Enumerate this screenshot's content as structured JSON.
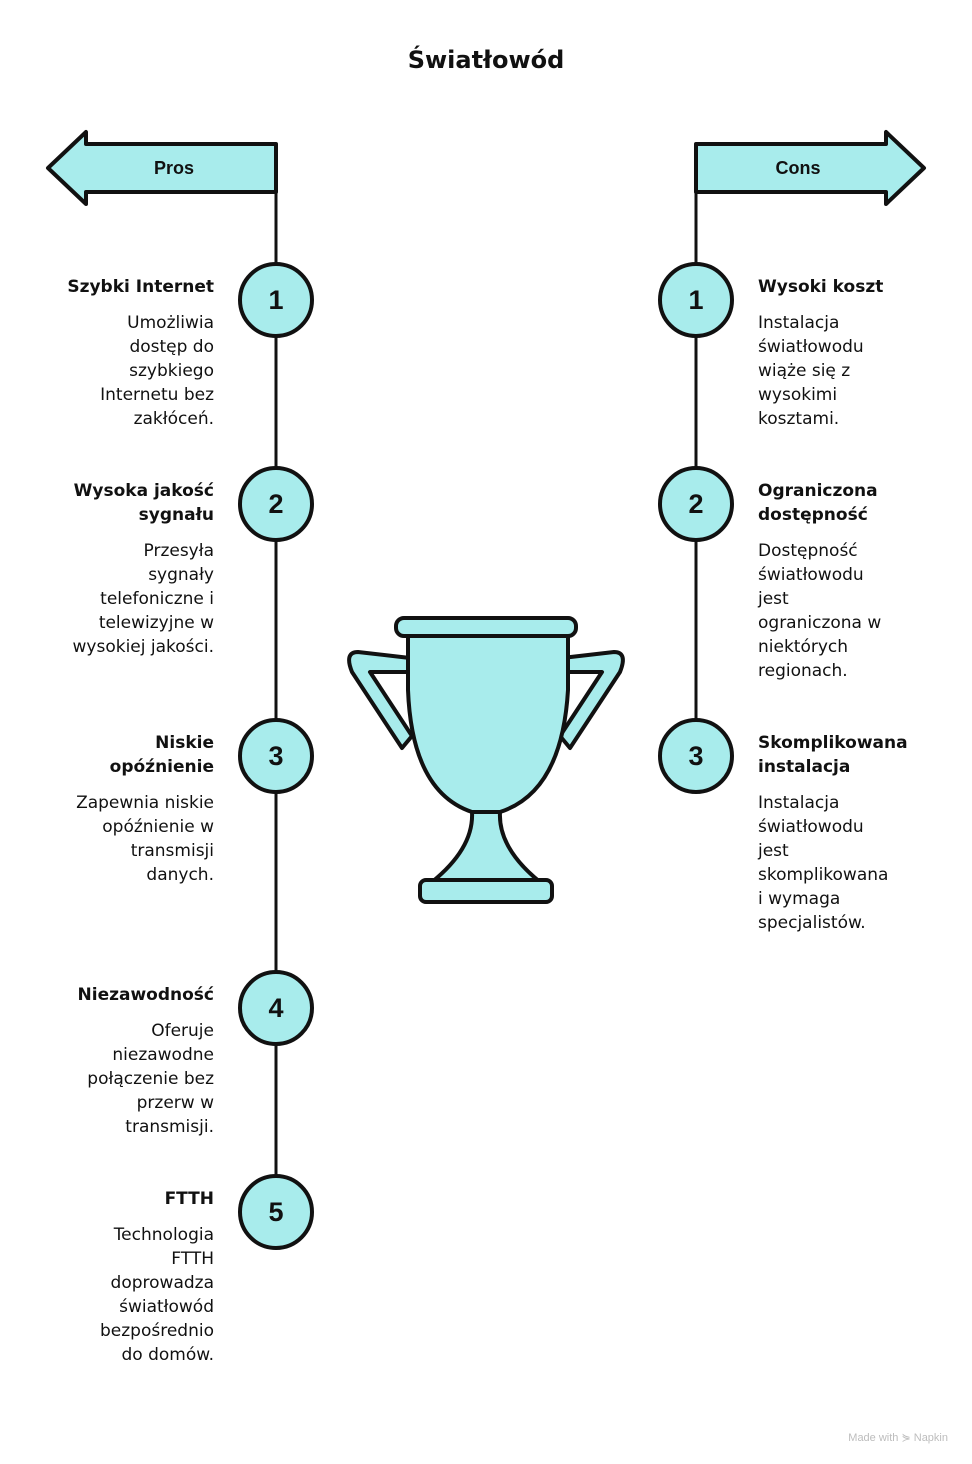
{
  "title": "Światłowód",
  "colors": {
    "fill": "#a8ecec",
    "stroke": "#111111"
  },
  "pros": {
    "label": "Pros",
    "items": [
      {
        "number": "1",
        "heading_lines": [
          "Szybki Internet"
        ],
        "desc_lines": [
          "Umożliwia",
          "dostęp do",
          "szybkiego",
          "Internetu bez",
          "zakłóceń."
        ]
      },
      {
        "number": "2",
        "heading_lines": [
          "Wysoka jakość",
          "sygnału"
        ],
        "desc_lines": [
          "Przesyła",
          "sygnały",
          "telefoniczne i",
          "telewizyjne w",
          "wysokiej jakości."
        ]
      },
      {
        "number": "3",
        "heading_lines": [
          "Niskie",
          "opóźnienie"
        ],
        "desc_lines": [
          "Zapewnia niskie",
          "opóźnienie w",
          "transmisji",
          "danych."
        ]
      },
      {
        "number": "4",
        "heading_lines": [
          "Niezawodność"
        ],
        "desc_lines": [
          "Oferuje",
          "niezawodne",
          "połączenie bez",
          "przerw w",
          "transmisji."
        ]
      },
      {
        "number": "5",
        "heading_lines": [
          "FTTH"
        ],
        "desc_lines": [
          "Technologia",
          "FTTH",
          "doprowadza",
          "światłowód",
          "bezpośrednio",
          "do domów."
        ]
      }
    ]
  },
  "cons": {
    "label": "Cons",
    "items": [
      {
        "number": "1",
        "heading_lines": [
          "Wysoki koszt"
        ],
        "desc_lines": [
          "Instalacja",
          "światłowodu",
          "wiąże się z",
          "wysokimi",
          "kosztami."
        ]
      },
      {
        "number": "2",
        "heading_lines": [
          "Ograniczona",
          "dostępność"
        ],
        "desc_lines": [
          "Dostępność",
          "światłowodu",
          "jest",
          "ograniczona w",
          "niektórych",
          "regionach."
        ]
      },
      {
        "number": "3",
        "heading_lines": [
          "Skomplikowana",
          "instalacja"
        ],
        "desc_lines": [
          "Instalacja",
          "światłowodu",
          "jest",
          "skomplikowana",
          "i wymaga",
          "specjalistów."
        ]
      }
    ]
  },
  "center_icon": "trophy-icon",
  "footer": "Made with ⋟ Napkin"
}
